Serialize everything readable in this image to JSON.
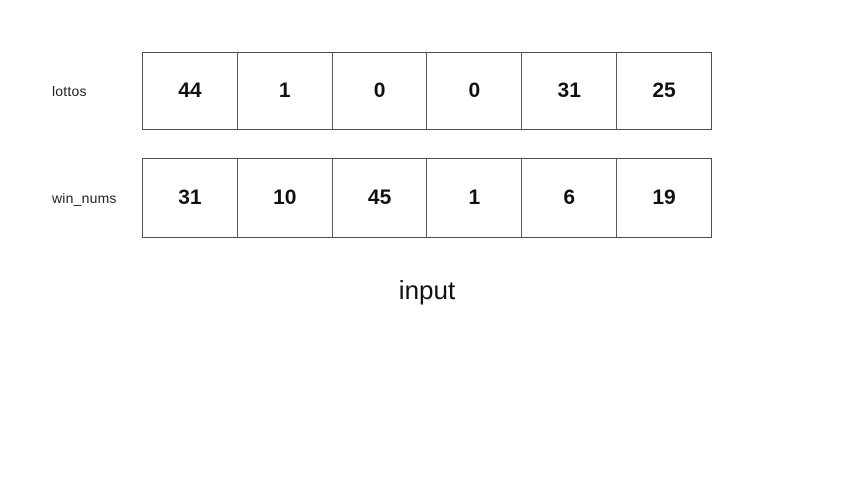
{
  "figure": {
    "caption": "input",
    "rows": [
      {
        "label": "lottos",
        "cells": [
          "44",
          "1",
          "0",
          "0",
          "31",
          "25"
        ]
      },
      {
        "label": "win_nums",
        "cells": [
          "31",
          "10",
          "45",
          "1",
          "6",
          "19"
        ]
      }
    ]
  },
  "colors": {
    "background": "#ffffff",
    "border": "#5a5a5a",
    "text": "#111111"
  }
}
